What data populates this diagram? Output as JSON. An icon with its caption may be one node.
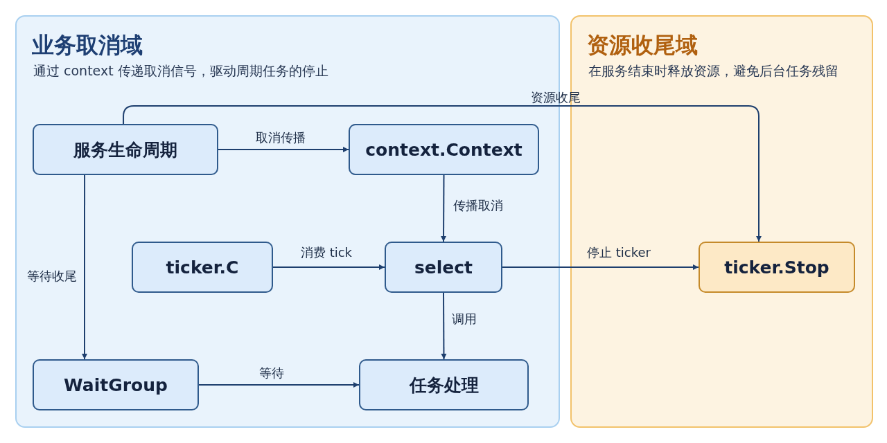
{
  "diagram": {
    "nodes": [
      {
        "text": [
          "业务取消域",
          "通过 context 传递取消信号，驱动周期任务的停止"
        ]
      },
      {
        "text": [
          "服务生命周期"
        ],
        "in": 0
      },
      {
        "text": [
          "context.Context"
        ],
        "in": 0
      },
      {
        "text": [
          "ticker.C"
        ],
        "in": 0
      },
      {
        "text": [
          "select"
        ],
        "in": 0
      },
      {
        "text": [
          "WaitGroup"
        ],
        "in": 0
      },
      {
        "text": [
          "任务处理"
        ],
        "in": 0
      },
      {
        "text": [
          "资源收尾域",
          "在服务结束时释放资源，避免后台任务残留"
        ]
      },
      {
        "text": [
          "ticker.Stop"
        ],
        "in": 7
      }
    ],
    "edges": [
      {
        "from": 1,
        "to": 2,
        "arrow": "to",
        "label": "取消传播"
      },
      {
        "from": 2,
        "to": 4,
        "arrow": "to",
        "label": "传播取消"
      },
      {
        "from": 3,
        "to": 4,
        "arrow": "to",
        "label": "消费 tick"
      },
      {
        "from": 4,
        "to": 8,
        "arrow": "to",
        "label": "停止 ticker"
      },
      {
        "from": 4,
        "to": 6,
        "arrow": "to",
        "label": "调用"
      },
      {
        "from": 1,
        "to": 5,
        "arrow": "to",
        "label": "等待收尾"
      },
      {
        "from": 5,
        "to": 6,
        "arrow": "to",
        "label": "等待"
      },
      {
        "from": 1,
        "to": 8,
        "arrow": "to",
        "label": "资源收尾"
      }
    ]
  }
}
